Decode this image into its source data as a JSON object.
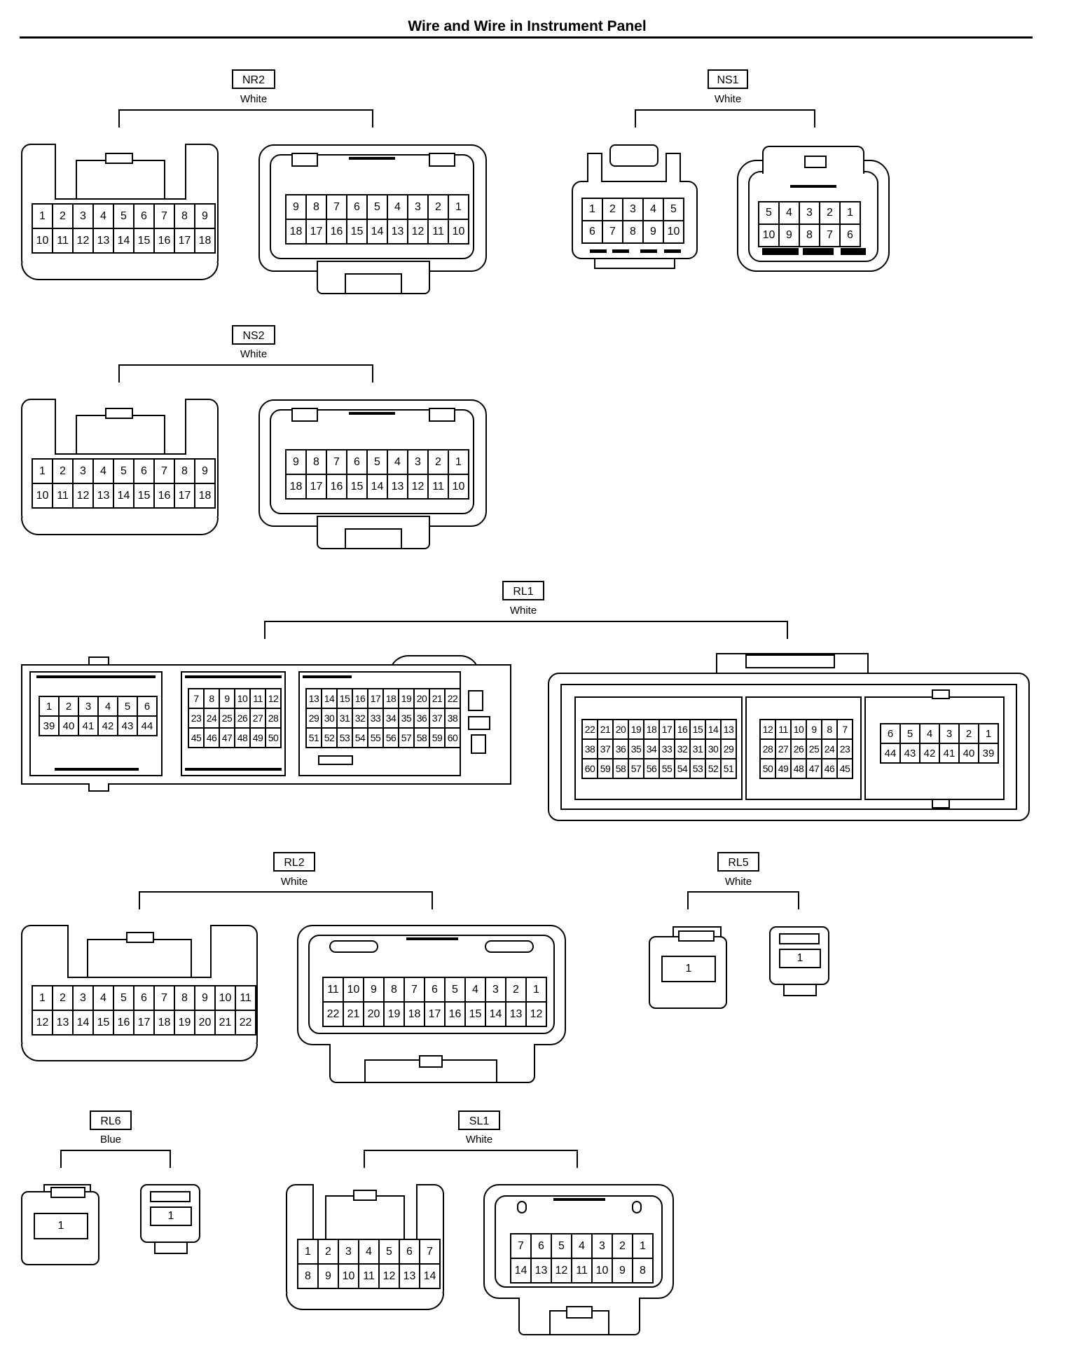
{
  "title": "Wire and Wire in Instrument Panel",
  "connectors": {
    "nr2": {
      "code": "NR2",
      "color": "White",
      "male": [
        [
          "1",
          "2",
          "3",
          "4",
          "5",
          "6",
          "7",
          "8",
          "9"
        ],
        [
          "10",
          "11",
          "12",
          "13",
          "14",
          "15",
          "16",
          "17",
          "18"
        ]
      ],
      "female": [
        [
          "9",
          "8",
          "7",
          "6",
          "5",
          "4",
          "3",
          "2",
          "1"
        ],
        [
          "18",
          "17",
          "16",
          "15",
          "14",
          "13",
          "12",
          "11",
          "10"
        ]
      ]
    },
    "ns1": {
      "code": "NS1",
      "color": "White",
      "male": [
        [
          "1",
          "2",
          "3",
          "4",
          "5"
        ],
        [
          "6",
          "7",
          "8",
          "9",
          "10"
        ]
      ],
      "female": [
        [
          "5",
          "4",
          "3",
          "2",
          "1"
        ],
        [
          "10",
          "9",
          "8",
          "7",
          "6"
        ]
      ]
    },
    "ns2": {
      "code": "NS2",
      "color": "White",
      "male": [
        [
          "1",
          "2",
          "3",
          "4",
          "5",
          "6",
          "7",
          "8",
          "9"
        ],
        [
          "10",
          "11",
          "12",
          "13",
          "14",
          "15",
          "16",
          "17",
          "18"
        ]
      ],
      "female": [
        [
          "9",
          "8",
          "7",
          "6",
          "5",
          "4",
          "3",
          "2",
          "1"
        ],
        [
          "18",
          "17",
          "16",
          "15",
          "14",
          "13",
          "12",
          "11",
          "10"
        ]
      ]
    },
    "rl1": {
      "code": "RL1",
      "color": "White",
      "male_a": [
        [
          "1",
          "2",
          "3",
          "4",
          "5",
          "6"
        ],
        [
          "39",
          "40",
          "41",
          "42",
          "43",
          "44"
        ]
      ],
      "male_b": [
        [
          "7",
          "8",
          "9",
          "10",
          "11",
          "12"
        ],
        [
          "23",
          "24",
          "25",
          "26",
          "27",
          "28"
        ],
        [
          "45",
          "46",
          "47",
          "48",
          "49",
          "50"
        ]
      ],
      "male_c": [
        [
          "13",
          "14",
          "15",
          "16",
          "17",
          "18",
          "19",
          "20",
          "21",
          "22"
        ],
        [
          "29",
          "30",
          "31",
          "32",
          "33",
          "34",
          "35",
          "36",
          "37",
          "38"
        ],
        [
          "51",
          "52",
          "53",
          "54",
          "55",
          "56",
          "57",
          "58",
          "59",
          "60"
        ]
      ],
      "female_a": [
        [
          "22",
          "21",
          "20",
          "19",
          "18",
          "17",
          "16",
          "15",
          "14",
          "13"
        ],
        [
          "38",
          "37",
          "36",
          "35",
          "34",
          "33",
          "32",
          "31",
          "30",
          "29"
        ],
        [
          "60",
          "59",
          "58",
          "57",
          "56",
          "55",
          "54",
          "53",
          "52",
          "51"
        ]
      ],
      "female_b": [
        [
          "12",
          "11",
          "10",
          "9",
          "8",
          "7"
        ],
        [
          "28",
          "27",
          "26",
          "25",
          "24",
          "23"
        ],
        [
          "50",
          "49",
          "48",
          "47",
          "46",
          "45"
        ]
      ],
      "female_c": [
        [
          "6",
          "5",
          "4",
          "3",
          "2",
          "1"
        ],
        [
          "44",
          "43",
          "42",
          "41",
          "40",
          "39"
        ]
      ]
    },
    "rl2": {
      "code": "RL2",
      "color": "White",
      "male": [
        [
          "1",
          "2",
          "3",
          "4",
          "5",
          "6",
          "7",
          "8",
          "9",
          "10",
          "11"
        ],
        [
          "12",
          "13",
          "14",
          "15",
          "16",
          "17",
          "18",
          "19",
          "20",
          "21",
          "22"
        ]
      ],
      "female": [
        [
          "11",
          "10",
          "9",
          "8",
          "7",
          "6",
          "5",
          "4",
          "3",
          "2",
          "1"
        ],
        [
          "22",
          "21",
          "20",
          "19",
          "18",
          "17",
          "16",
          "15",
          "14",
          "13",
          "12"
        ]
      ]
    },
    "rl5": {
      "code": "RL5",
      "color": "White",
      "male": [
        [
          "1"
        ]
      ],
      "female": [
        [
          "1"
        ]
      ]
    },
    "rl6": {
      "code": "RL6",
      "color": "Blue",
      "male": [
        [
          "1"
        ]
      ],
      "female": [
        [
          "1"
        ]
      ]
    },
    "sl1": {
      "code": "SL1",
      "color": "White",
      "male": [
        [
          "1",
          "2",
          "3",
          "4",
          "5",
          "6",
          "7"
        ],
        [
          "8",
          "9",
          "10",
          "11",
          "12",
          "13",
          "14"
        ]
      ],
      "female": [
        [
          "7",
          "6",
          "5",
          "4",
          "3",
          "2",
          "1"
        ],
        [
          "14",
          "13",
          "12",
          "11",
          "10",
          "9",
          "8"
        ]
      ]
    }
  }
}
